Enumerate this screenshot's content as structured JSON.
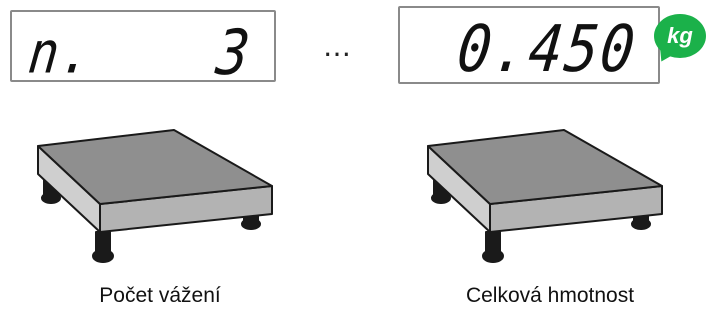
{
  "left_display": {
    "label": "n.",
    "value": "3"
  },
  "separator": "…",
  "right_display": {
    "value": "0.450",
    "unit": "kg"
  },
  "captions": {
    "left": "Počet vážení",
    "right": "Celková hmotnost"
  },
  "colors": {
    "unit_badge": "#1bb14a",
    "lcd_border": "#8a8a8a",
    "platform_top": "#8f8f8f",
    "platform_side": "#b3b3b3"
  },
  "icons": {
    "scale": "platform-scale-icon"
  }
}
